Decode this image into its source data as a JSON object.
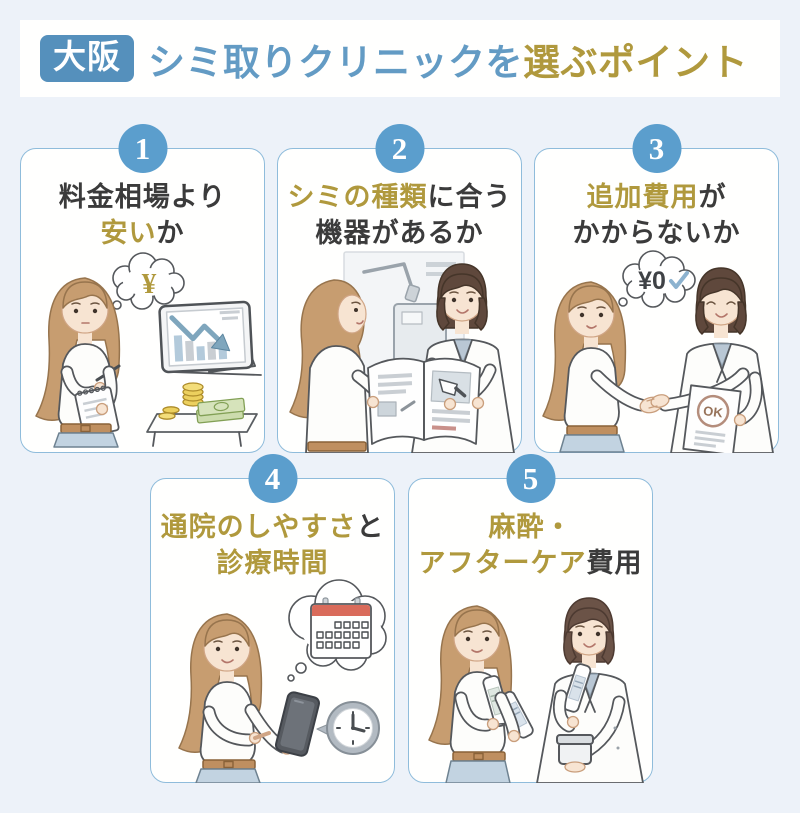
{
  "page": {
    "background": "#edf2f9"
  },
  "header": {
    "badge": "大阪",
    "title_blue": "シミ取りクリニックを",
    "title_gold": "選ぶポイント"
  },
  "colors": {
    "badge_bg": "#5590bc",
    "title_blue": "#639bc4",
    "accent_gold": "#b0993d",
    "number_badge_bg": "#5b9ecd",
    "card_border": "#8fbcdb",
    "heading_dark": "#3b3b3b"
  },
  "cards": [
    {
      "number": "1",
      "line1": {
        "gold": "",
        "dark": "料金相場より"
      },
      "line2": {
        "gold": "安い",
        "dark": "か"
      },
      "scene": {
        "bubble": "¥",
        "icons": [
          "thought-bubble",
          "notepad",
          "pen",
          "tablet-declining-chart",
          "table",
          "coins",
          "banknotes",
          "patient-woman"
        ]
      }
    },
    {
      "number": "2",
      "line1": {
        "gold": "シミの種類",
        "dark": "に合う"
      },
      "line2": {
        "gold": "",
        "dark": "機器があるか"
      },
      "scene": {
        "icons": [
          "laser-machine-poster",
          "open-brochure",
          "laser-handpiece",
          "patient-woman",
          "doctor-woman"
        ]
      }
    },
    {
      "number": "3",
      "line1": {
        "gold": "追加費用",
        "dark": "が"
      },
      "line2": {
        "gold": "",
        "dark": "かからないか"
      },
      "scene": {
        "bubble": "¥0",
        "doc_label": "OK",
        "icons": [
          "thought-bubble",
          "check-mark",
          "handshake",
          "ok-document",
          "patient-woman",
          "doctor-woman"
        ]
      }
    },
    {
      "number": "4",
      "line1": {
        "gold": "通院のしやすさ",
        "dark": "と"
      },
      "line2": {
        "gold": "診療時間",
        "dark": ""
      },
      "scene": {
        "icons": [
          "thought-bubble",
          "calendar",
          "clock",
          "smartphone",
          "patient-woman"
        ]
      }
    },
    {
      "number": "5",
      "line1": {
        "gold": "麻酔・",
        "dark": ""
      },
      "line2": {
        "gold": "アフターケア",
        "dark": "費用"
      },
      "scene": {
        "icons": [
          "cream-tubes",
          "cream-jar",
          "patient-woman",
          "doctor-woman"
        ]
      }
    }
  ]
}
